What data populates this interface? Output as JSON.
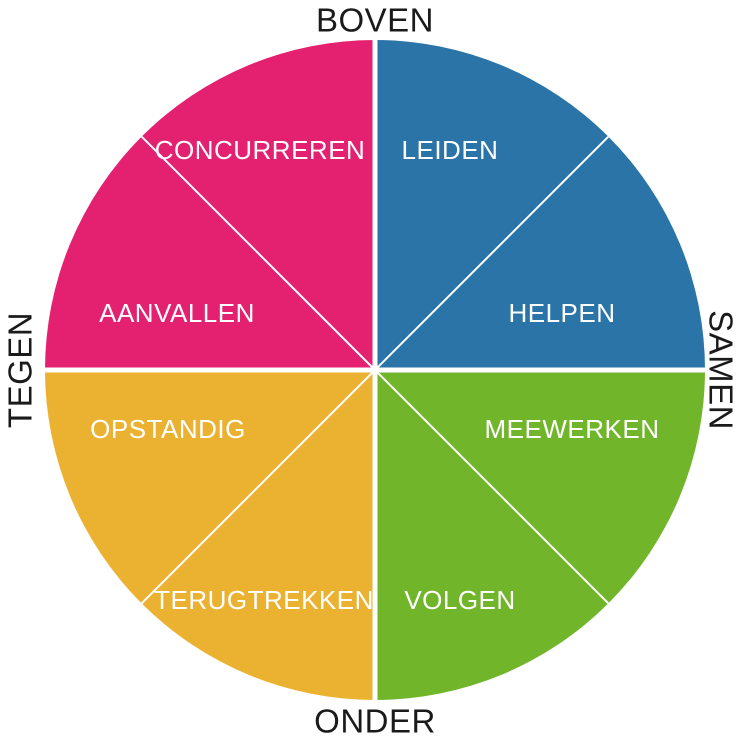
{
  "wheel": {
    "axis_labels": {
      "top": "BOVEN",
      "bottom": "ONDER",
      "left": "TEGEN",
      "right": "SAMEN"
    },
    "quadrants": [
      {
        "id": "boven-tegen",
        "color": "#E32170",
        "octants": [
          {
            "label": "CONCURREREN"
          },
          {
            "label": "AANVALLEN"
          }
        ]
      },
      {
        "id": "boven-samen",
        "color": "#2A74A8",
        "octants": [
          {
            "label": "LEIDEN"
          },
          {
            "label": "HELPEN"
          }
        ]
      },
      {
        "id": "onder-tegen",
        "color": "#EBB232",
        "octants": [
          {
            "label": "OPSTANDIG"
          },
          {
            "label": "TERUGTREKKEN"
          }
        ]
      },
      {
        "id": "onder-samen",
        "color": "#71B52B",
        "octants": [
          {
            "label": "MEEWERKEN"
          },
          {
            "label": "VOLGEN"
          }
        ]
      }
    ],
    "divider_color": "#FFFFFF",
    "octant_label_color": "#FFFFFF",
    "axis_label_color": "#1A1A1A"
  }
}
